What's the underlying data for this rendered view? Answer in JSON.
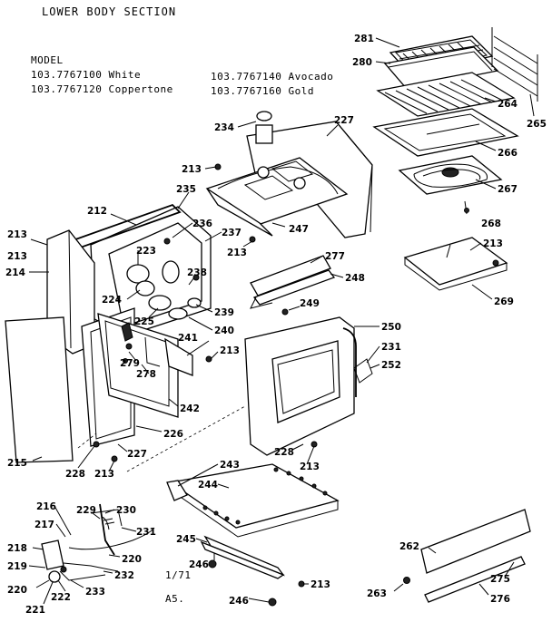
{
  "header": {
    "title": "LOWER BODY SECTION",
    "model_label": "MODEL",
    "models": [
      "103.7767100 White",
      "103.7767140 Avocado",
      "103.7767120 Coppertone",
      "103.7767160 Gold"
    ]
  },
  "footer": {
    "date": "1/71",
    "code": "A5."
  },
  "labels": [
    "281",
    "280",
    "265",
    "264",
    "266",
    "267",
    "268",
    "234",
    "227",
    "213",
    "213",
    "235",
    "212",
    "236",
    "237",
    "213",
    "223",
    "238",
    "213",
    "214",
    "224",
    "225",
    "239",
    "240",
    "241",
    "213",
    "279",
    "278",
    "242",
    "226",
    "215",
    "228",
    "213",
    "227",
    "247",
    "277",
    "248",
    "249",
    "250",
    "231",
    "252",
    "228",
    "213",
    "213",
    "269",
    "243",
    "244",
    "245",
    "246",
    "246",
    "213",
    "216",
    "217",
    "218",
    "219",
    "220",
    "221",
    "222",
    "233",
    "232",
    "220",
    "229",
    "230",
    "231",
    "262",
    "263",
    "275",
    "276"
  ]
}
